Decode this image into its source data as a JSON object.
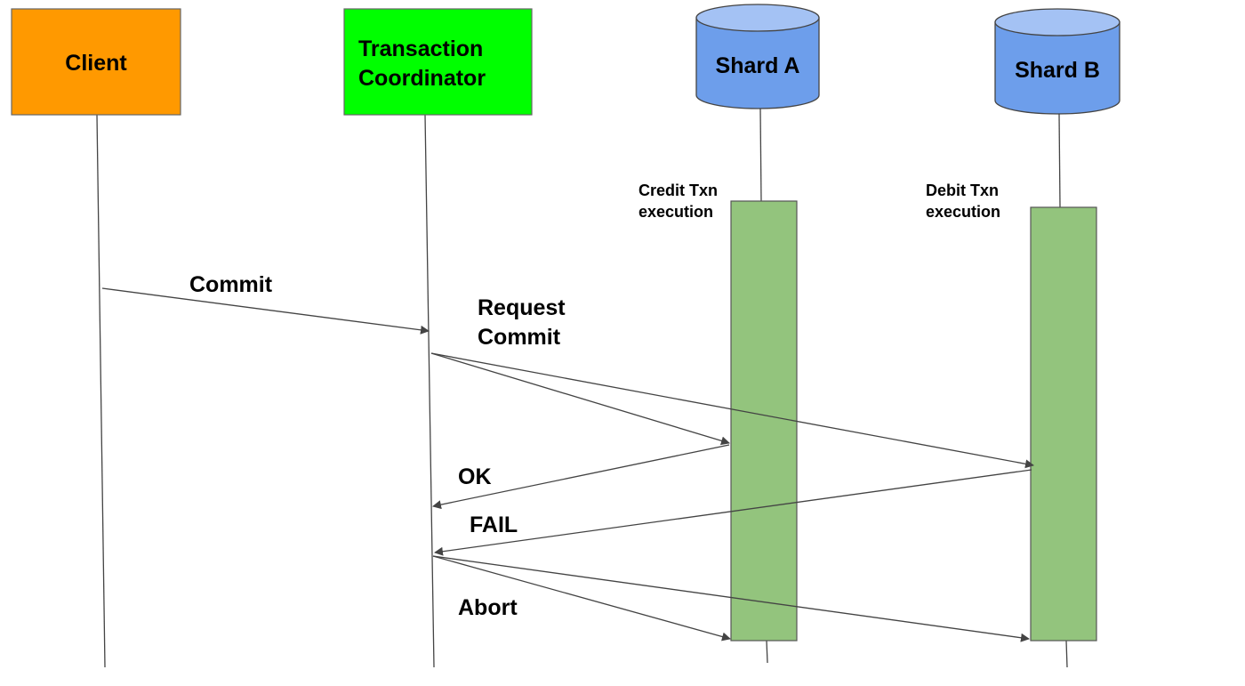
{
  "participants": {
    "client": {
      "label": "Client",
      "fill": "#ff9900",
      "stroke": "#666666"
    },
    "coordinator": {
      "label_line1": "Transaction",
      "label_line2": "Coordinator",
      "fill": "#00ff00",
      "stroke": "#666666"
    },
    "shard_a": {
      "label": "Shard A",
      "fill": "#6d9eeb",
      "top_fill": "#a4c2f4",
      "stroke": "#444444"
    },
    "shard_b": {
      "label": "Shard B",
      "fill": "#6d9eeb",
      "top_fill": "#a4c2f4",
      "stroke": "#444444"
    }
  },
  "activations": {
    "shard_a": {
      "label_line1": "Credit Txn",
      "label_line2": "execution",
      "fill": "#93c47d"
    },
    "shard_b": {
      "label_line1": "Debit Txn",
      "label_line2": "execution",
      "fill": "#93c47d"
    }
  },
  "messages": {
    "commit": "Commit",
    "request_commit_line1": "Request",
    "request_commit_line2": "Commit",
    "ok": "OK",
    "fail": "FAIL",
    "abort": "Abort"
  },
  "colors": {
    "line": "#444444",
    "text": "#000000"
  }
}
